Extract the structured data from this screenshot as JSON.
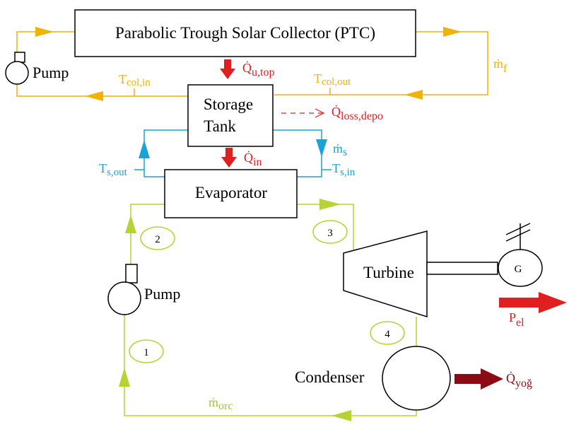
{
  "colors": {
    "solar_loop": "#f2b200",
    "storage_loop": "#1aa3d9",
    "orc_loop": "#b5d334",
    "heat_flow": "#e02020",
    "condenser_heat": "#8b0a14",
    "component_outline": "#000000"
  },
  "components": {
    "collector": "Parabolic Trough Solar Collector (PTC)",
    "solar_pump": "Pump",
    "storage_tank_line1": "Storage",
    "storage_tank_line2": "Tank",
    "evaporator": "Evaporator",
    "turbine": "Turbine",
    "generator": "G",
    "orc_pump": "Pump",
    "condenser": "Condenser"
  },
  "labels": {
    "q_u_top": {
      "main": "Q̇",
      "sub": "u,top"
    },
    "q_loss": {
      "main": "Q̇",
      "sub": "loss,depo"
    },
    "q_in": {
      "main": "Q̇",
      "sub": "in"
    },
    "q_cond": {
      "main": "Q̇",
      "sub": "yoğ"
    },
    "m_f": {
      "main": "ṁ",
      "sub": "f"
    },
    "m_s": {
      "main": "ṁ",
      "sub": "s"
    },
    "m_orc": {
      "main": "ṁ",
      "sub": "orc"
    },
    "t_col_in": {
      "main": "T",
      "sub": "col,in"
    },
    "t_col_out": {
      "main": "T",
      "sub": "col,out"
    },
    "t_s_out": {
      "main": "T",
      "sub": "s,out"
    },
    "t_s_in": {
      "main": "T",
      "sub": "s,in"
    },
    "p_el": {
      "main": "P",
      "sub": "el"
    }
  },
  "state_points": [
    "1",
    "2",
    "3",
    "4"
  ]
}
